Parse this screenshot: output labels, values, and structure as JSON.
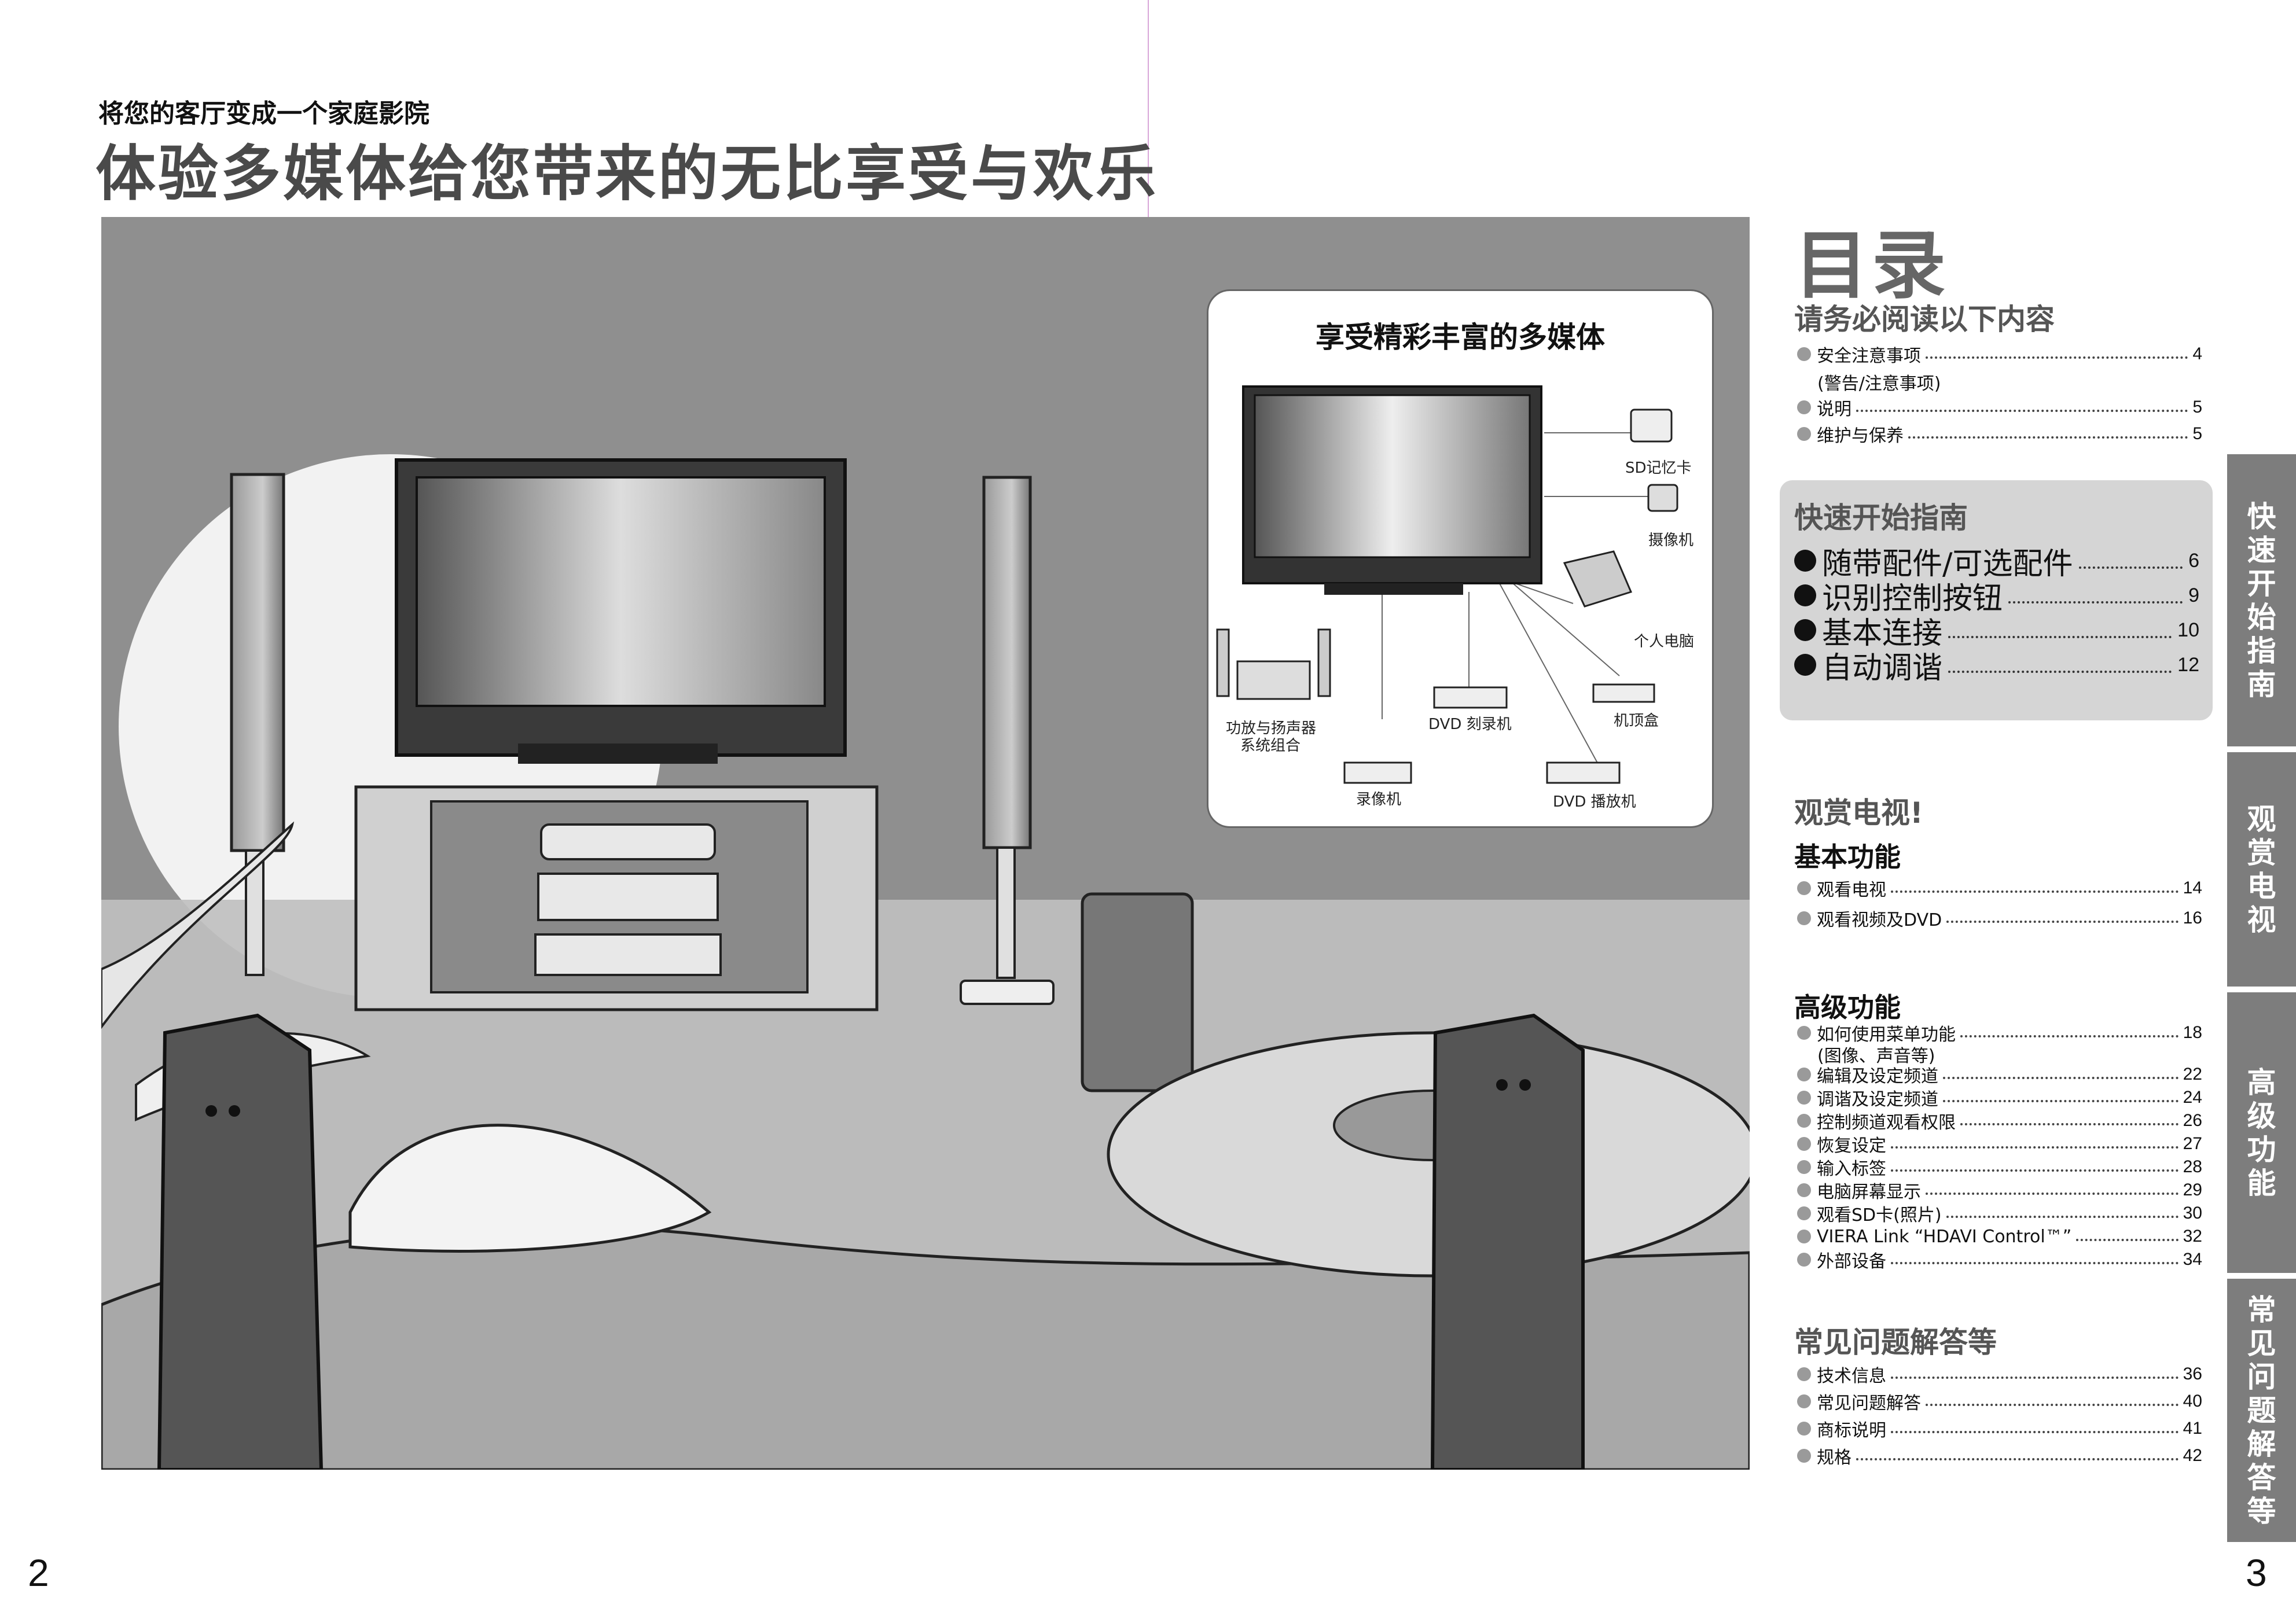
{
  "left": {
    "subtitle": "将您的客厅变成一个家庭影院",
    "headline": "体验多媒体给您带来的无比享受与欢乐",
    "multimedia_box": {
      "title": "享受精彩丰富的多媒体",
      "labels": {
        "sd": "SD记忆卡",
        "camera": "摄像机",
        "pc": "个人电脑",
        "amp_1": "功放与扬声器",
        "amp_2": "系统组合",
        "dvd_rec": "DVD 刻录机",
        "stb": "机顶盒",
        "vcr": "录像机",
        "dvd_player": "DVD 播放机"
      }
    },
    "page_number": "2"
  },
  "toc": {
    "title": "目录",
    "must_read": {
      "heading": "请务必阅读以下内容",
      "items": [
        {
          "label": "安全注意事项",
          "page": "4"
        },
        {
          "label": "说明",
          "page": "5"
        },
        {
          "label": "维护与保养",
          "page": "5"
        }
      ],
      "safety_note": "(警告/注意事项)"
    },
    "quick_start": {
      "heading": "快速开始指南",
      "items": [
        {
          "label": "随带配件/可选配件",
          "page": "6"
        },
        {
          "label": "识别控制按钮",
          "page": "9"
        },
        {
          "label": "基本连接",
          "page": "10"
        },
        {
          "label": "自动调谐",
          "page": "12"
        }
      ]
    },
    "watch_tv": {
      "heading": "观赏电视!",
      "basic_heading": "基本功能",
      "basic_items": [
        {
          "label": "观看电视",
          "page": "14"
        },
        {
          "label": "观看视频及DVD",
          "page": "16"
        }
      ]
    },
    "advanced": {
      "heading": "高级功能",
      "items": [
        {
          "label": "如何使用菜单功能",
          "page": "18"
        },
        {
          "label": "编辑及设定频道",
          "page": "22"
        },
        {
          "label": "调谐及设定频道",
          "page": "24"
        },
        {
          "label": "控制频道观看权限",
          "page": "26"
        },
        {
          "label": "恢复设定",
          "page": "27"
        },
        {
          "label": "输入标签",
          "page": "28"
        },
        {
          "label": "电脑屏幕显示",
          "page": "29"
        },
        {
          "label": "观看SD卡(照片)",
          "page": "30"
        },
        {
          "label": "VIERA Link “HDAVI Control™”",
          "page": "32"
        },
        {
          "label": "外部设备",
          "page": "34"
        }
      ],
      "menu_note": "(图像、声音等)"
    },
    "faq": {
      "heading": "常见问题解答等",
      "items": [
        {
          "label": "技术信息",
          "page": "36"
        },
        {
          "label": "常见问题解答",
          "page": "40"
        },
        {
          "label": "商标说明",
          "page": "41"
        },
        {
          "label": "规格",
          "page": "42"
        }
      ]
    }
  },
  "side_tabs": {
    "quick": "快速开始指南",
    "watch": "观赏电视",
    "advanced": "高级功能",
    "faq": "常见问题解答等"
  },
  "right_page_number": "3",
  "colors": {
    "tab_gray": "#7d7d7d",
    "quick_box": "#d5d5d5",
    "heading_gray": "#555555"
  }
}
